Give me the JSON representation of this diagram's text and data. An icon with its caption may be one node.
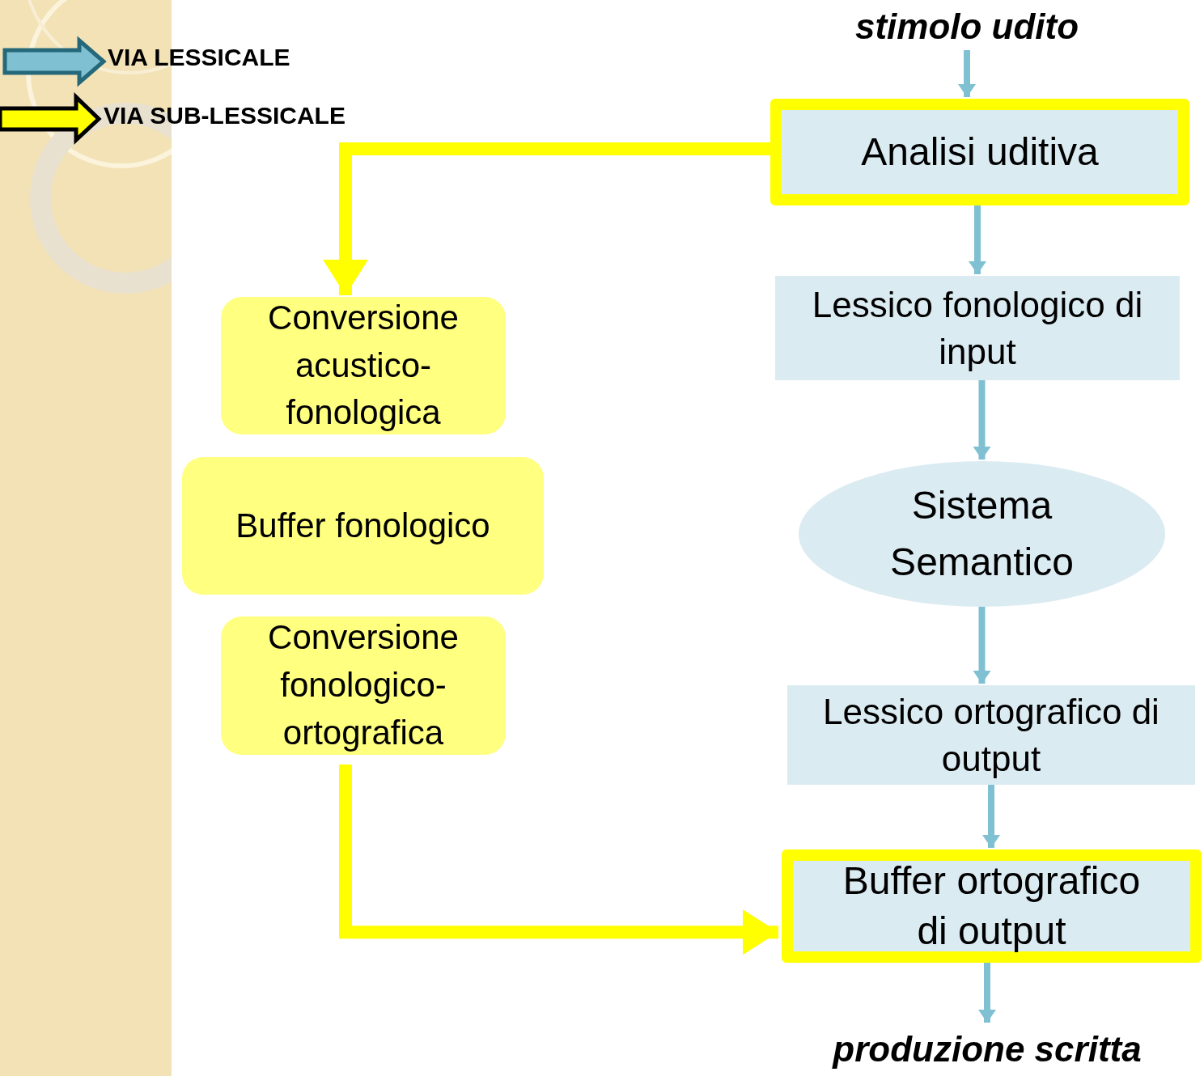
{
  "diagram": {
    "nodes": [
      {
        "text": [
          "stimolo udito"
        ]
      },
      {
        "text": [
          "Analisi uditiva"
        ]
      },
      {
        "text": [
          "Lessico fonologico di input"
        ]
      },
      {
        "text": [
          "Sistema Semantico"
        ]
      },
      {
        "text": [
          "Lessico ortografico di output"
        ]
      },
      {
        "text": [
          "Buffer ortografico di output"
        ]
      },
      {
        "text": [
          "produzione scritta"
        ]
      },
      {
        "text": [
          "Conversione acustico-fonologica"
        ]
      },
      {
        "text": [
          "Buffer fonologico"
        ]
      },
      {
        "text": [
          "Conversione fonologico-ortografica"
        ]
      }
    ],
    "edges": [
      {
        "from": 0,
        "to": 1,
        "arrow": "to"
      },
      {
        "from": 1,
        "to": 2,
        "arrow": "to"
      },
      {
        "from": 2,
        "to": 3,
        "arrow": "to"
      },
      {
        "from": 3,
        "to": 4,
        "arrow": "to"
      },
      {
        "from": 4,
        "to": 5,
        "arrow": "to"
      },
      {
        "from": 5,
        "to": 6,
        "arrow": "to"
      },
      {
        "from": 1,
        "to": 7,
        "arrow": "to",
        "style": "thick",
        "color": "#ffff00"
      },
      {
        "from": 9,
        "to": 5,
        "arrow": "to",
        "style": "thick",
        "color": "#ffff00"
      }
    ],
    "legend": [
      {
        "text": "VIA LESSICALE"
      },
      {
        "text": "VIA SUB-LESSICALE"
      }
    ]
  }
}
